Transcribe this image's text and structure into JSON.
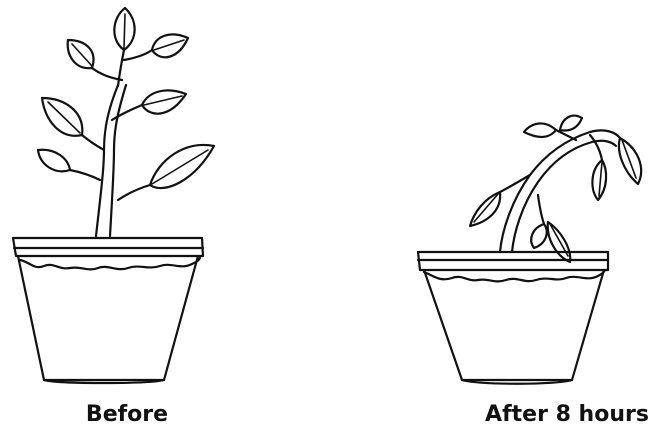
{
  "captions": {
    "before": "Before",
    "after": "After 8 hours"
  },
  "panels": [
    {
      "id": "before",
      "plant_state": "upright",
      "leaves": 7
    },
    {
      "id": "after",
      "plant_state": "wilted",
      "leaves": 7
    }
  ]
}
